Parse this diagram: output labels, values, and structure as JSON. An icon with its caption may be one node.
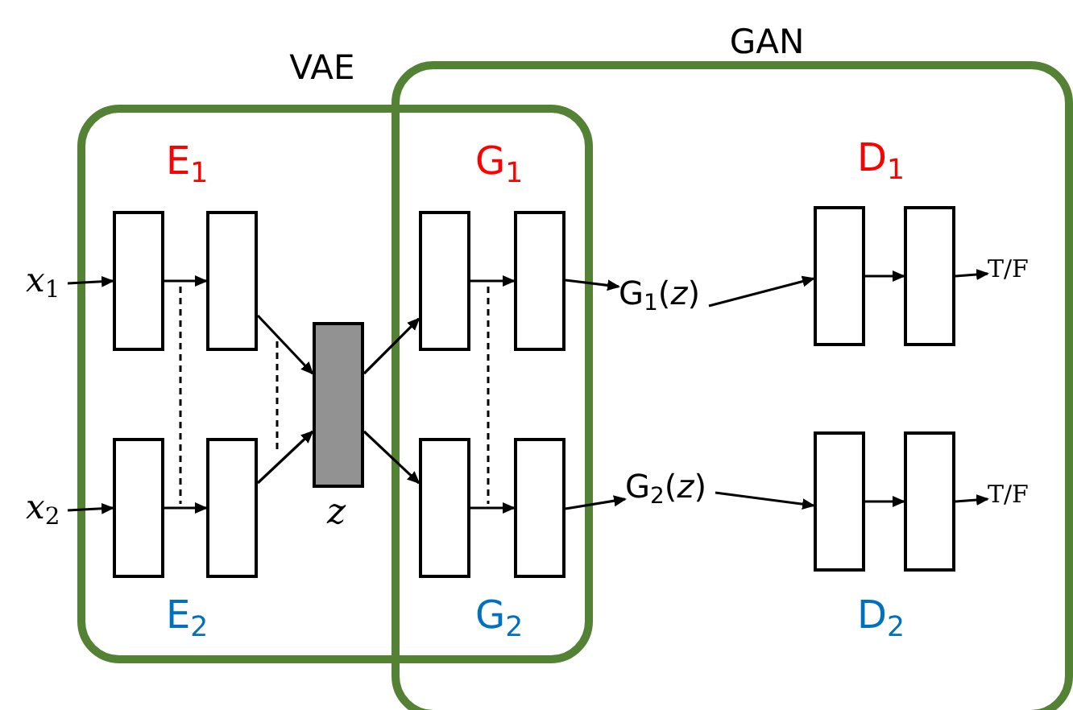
{
  "diagram": {
    "nodes": [
      {
        "text": [
          "VAE"
        ]
      },
      {
        "text": [
          "GAN"
        ]
      },
      {
        "text": [
          "*x*$_{1}$"
        ]
      },
      {
        "text": [
          "*x*$_{2}$"
        ]
      },
      {
        "text": [],
        "shape": "box",
        "in": 0
      },
      {
        "text": [],
        "shape": "box",
        "in": 0
      },
      {
        "text": [],
        "shape": "box",
        "in": 0
      },
      {
        "text": [],
        "shape": "box",
        "in": 0
      },
      {
        "text": [],
        "shape": "box",
        "in": 0,
        "beside": [
          "*z*"
        ]
      },
      {
        "text": [],
        "shape": "box"
      },
      {
        "text": [],
        "shape": "box"
      },
      {
        "text": [],
        "shape": "box"
      },
      {
        "text": [],
        "shape": "box"
      },
      {
        "text": [
          "G$_{1}$(*z*)"
        ],
        "in": 1
      },
      {
        "text": [
          "G$_{2}$(*z*)"
        ],
        "in": 1
      },
      {
        "text": [],
        "shape": "box",
        "in": 1
      },
      {
        "text": [],
        "shape": "box",
        "in": 1
      },
      {
        "text": [],
        "shape": "box",
        "in": 1
      },
      {
        "text": [],
        "shape": "box",
        "in": 1
      },
      {
        "text": [
          "T/F"
        ],
        "in": 1
      },
      {
        "text": [
          "T/F"
        ],
        "in": 1
      }
    ],
    "edges": [
      {
        "from": 2,
        "to": 4,
        "arrow": "to"
      },
      {
        "from": 4,
        "to": 5,
        "arrow": "to"
      },
      {
        "from": 3,
        "to": 6,
        "arrow": "to"
      },
      {
        "from": 6,
        "to": 7,
        "arrow": "to"
      },
      {
        "from": 5,
        "to": 8,
        "arrow": "to"
      },
      {
        "from": 7,
        "to": 8,
        "arrow": "to"
      },
      {
        "from": 8,
        "to": 9,
        "arrow": "to"
      },
      {
        "from": 8,
        "to": 11,
        "arrow": "to"
      },
      {
        "from": 9,
        "to": 10,
        "arrow": "to"
      },
      {
        "from": 11,
        "to": 12,
        "arrow": "to"
      },
      {
        "from": 10,
        "to": 13,
        "arrow": "to"
      },
      {
        "from": 12,
        "to": 14,
        "arrow": "to"
      },
      {
        "from": 13,
        "to": 15,
        "arrow": "to"
      },
      {
        "from": 15,
        "to": 16,
        "arrow": "to"
      },
      {
        "from": 16,
        "to": 19,
        "arrow": "to"
      },
      {
        "from": 14,
        "to": 17,
        "arrow": "to"
      },
      {
        "from": 17,
        "to": 18,
        "arrow": "to"
      },
      {
        "from": 18,
        "to": 20,
        "arrow": "to"
      }
    ],
    "labels": [
      "E$_{1}$",
      "G$_{1}$",
      "D$_{1}$",
      "E$_{2}$",
      "G$_{2}$",
      "D$_{2}$"
    ]
  }
}
